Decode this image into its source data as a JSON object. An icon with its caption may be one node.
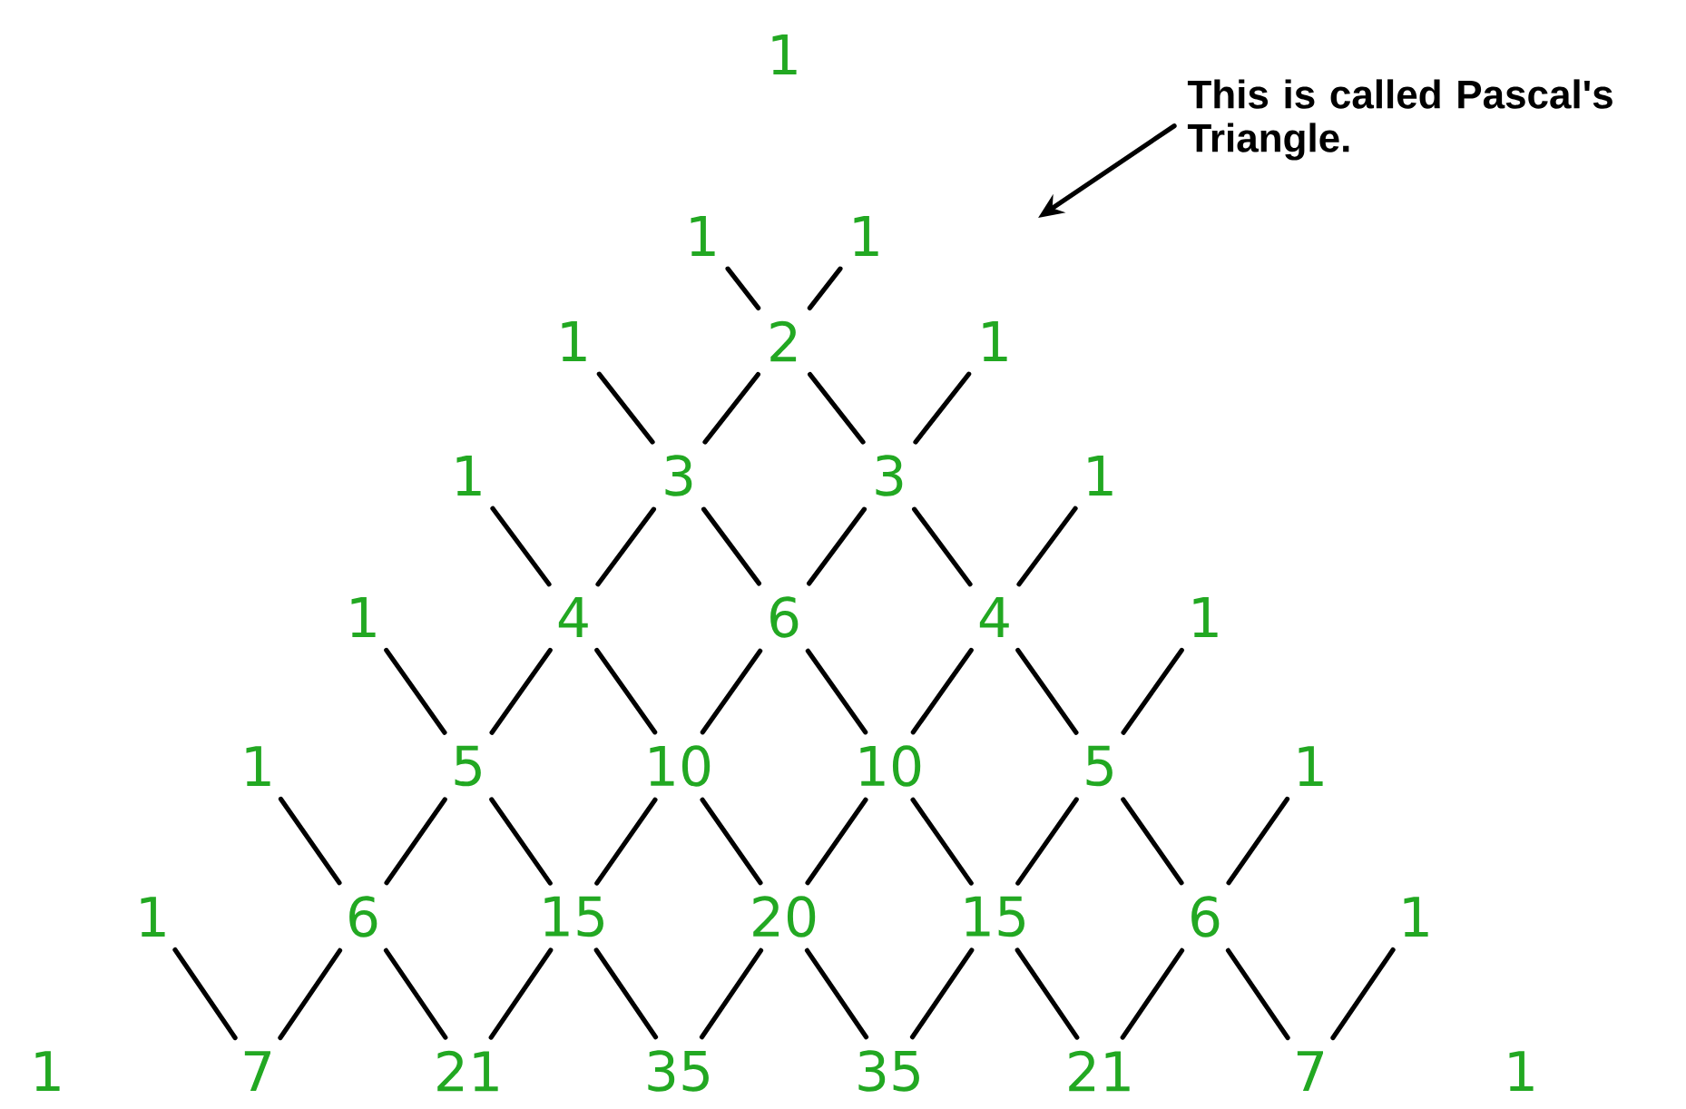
{
  "diagram": {
    "nodes": [
      {
        "text": [
          "1"
        ]
      },
      {
        "text": [
          "1"
        ]
      },
      {
        "text": [
          "1"
        ]
      },
      {
        "text": [
          "1"
        ]
      },
      {
        "text": [
          "2"
        ]
      },
      {
        "text": [
          "1"
        ]
      },
      {
        "text": [
          "1"
        ]
      },
      {
        "text": [
          "3"
        ]
      },
      {
        "text": [
          "3"
        ]
      },
      {
        "text": [
          "1"
        ]
      },
      {
        "text": [
          "1"
        ]
      },
      {
        "text": [
          "4"
        ]
      },
      {
        "text": [
          "6"
        ]
      },
      {
        "text": [
          "4"
        ]
      },
      {
        "text": [
          "1"
        ]
      },
      {
        "text": [
          "1"
        ]
      },
      {
        "text": [
          "5"
        ]
      },
      {
        "text": [
          "10"
        ]
      },
      {
        "text": [
          "10"
        ]
      },
      {
        "text": [
          "5"
        ]
      },
      {
        "text": [
          "1"
        ]
      },
      {
        "text": [
          "1"
        ]
      },
      {
        "text": [
          "6"
        ]
      },
      {
        "text": [
          "15"
        ]
      },
      {
        "text": [
          "20"
        ]
      },
      {
        "text": [
          "15"
        ]
      },
      {
        "text": [
          "6"
        ]
      },
      {
        "text": [
          "1"
        ]
      },
      {
        "text": [
          "1"
        ]
      },
      {
        "text": [
          "7"
        ]
      },
      {
        "text": [
          "21"
        ]
      },
      {
        "text": [
          "35"
        ]
      },
      {
        "text": [
          "35"
        ]
      },
      {
        "text": [
          "21"
        ]
      },
      {
        "text": [
          "7"
        ]
      },
      {
        "text": [
          "1"
        ]
      },
      {
        "text": [
          "This is called Pascal's Triangle."
        ]
      }
    ],
    "edges": [
      {
        "from": 1,
        "to": 4,
        "arrow": "none"
      },
      {
        "from": 2,
        "to": 4,
        "arrow": "none"
      },
      {
        "from": 3,
        "to": 7,
        "arrow": "none"
      },
      {
        "from": 4,
        "to": 7,
        "arrow": "none"
      },
      {
        "from": 4,
        "to": 8,
        "arrow": "none"
      },
      {
        "from": 5,
        "to": 8,
        "arrow": "none"
      },
      {
        "from": 6,
        "to": 11,
        "arrow": "none"
      },
      {
        "from": 7,
        "to": 11,
        "arrow": "none"
      },
      {
        "from": 7,
        "to": 12,
        "arrow": "none"
      },
      {
        "from": 8,
        "to": 12,
        "arrow": "none"
      },
      {
        "from": 8,
        "to": 13,
        "arrow": "none"
      },
      {
        "from": 9,
        "to": 13,
        "arrow": "none"
      },
      {
        "from": 10,
        "to": 16,
        "arrow": "none"
      },
      {
        "from": 11,
        "to": 16,
        "arrow": "none"
      },
      {
        "from": 11,
        "to": 17,
        "arrow": "none"
      },
      {
        "from": 12,
        "to": 17,
        "arrow": "none"
      },
      {
        "from": 12,
        "to": 18,
        "arrow": "none"
      },
      {
        "from": 13,
        "to": 18,
        "arrow": "none"
      },
      {
        "from": 13,
        "to": 19,
        "arrow": "none"
      },
      {
        "from": 14,
        "to": 19,
        "arrow": "none"
      },
      {
        "from": 15,
        "to": 22,
        "arrow": "none"
      },
      {
        "from": 16,
        "to": 22,
        "arrow": "none"
      },
      {
        "from": 16,
        "to": 23,
        "arrow": "none"
      },
      {
        "from": 17,
        "to": 23,
        "arrow": "none"
      },
      {
        "from": 17,
        "to": 24,
        "arrow": "none"
      },
      {
        "from": 18,
        "to": 24,
        "arrow": "none"
      },
      {
        "from": 18,
        "to": 25,
        "arrow": "none"
      },
      {
        "from": 19,
        "to": 25,
        "arrow": "none"
      },
      {
        "from": 19,
        "to": 26,
        "arrow": "none"
      },
      {
        "from": 20,
        "to": 26,
        "arrow": "none"
      },
      {
        "from": 21,
        "to": 29,
        "arrow": "none"
      },
      {
        "from": 22,
        "to": 29,
        "arrow": "none"
      },
      {
        "from": 22,
        "to": 30,
        "arrow": "none"
      },
      {
        "from": 23,
        "to": 30,
        "arrow": "none"
      },
      {
        "from": 23,
        "to": 31,
        "arrow": "none"
      },
      {
        "from": 24,
        "to": 31,
        "arrow": "none"
      },
      {
        "from": 24,
        "to": 32,
        "arrow": "none"
      },
      {
        "from": 25,
        "to": 32,
        "arrow": "none"
      },
      {
        "from": 25,
        "to": 33,
        "arrow": "none"
      },
      {
        "from": 26,
        "to": 33,
        "arrow": "none"
      },
      {
        "from": 26,
        "to": 34,
        "arrow": "none"
      },
      {
        "from": 27,
        "to": 34,
        "arrow": "none"
      },
      {
        "from": 36,
        "to": null,
        "arrow": "to"
      }
    ]
  }
}
